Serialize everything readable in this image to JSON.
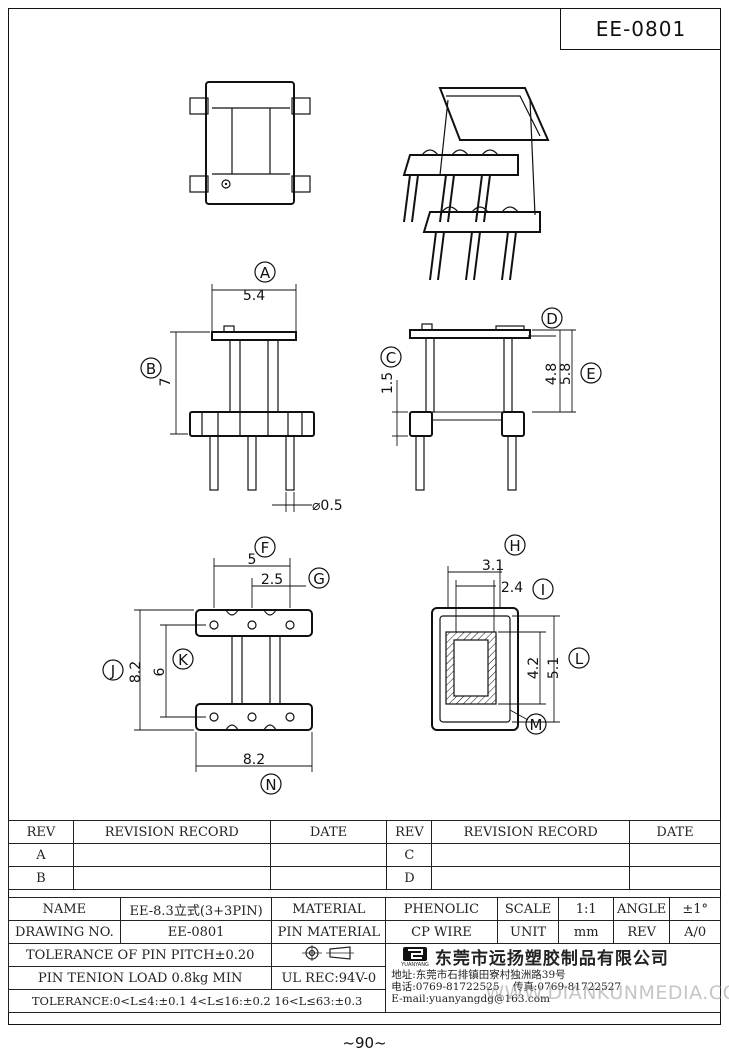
{
  "part_code": "EE-0801",
  "dimensions": {
    "A": "5.4",
    "B": "7",
    "C": "1.5",
    "D": "4.8",
    "E": "5.8",
    "pin": "⌀0.5",
    "F": "5",
    "G": "2.5",
    "J": "8.2",
    "K": "6",
    "N": "8.2",
    "H": "3.1",
    "I": "2.4",
    "L1": "4.2",
    "L2": "5.1"
  },
  "labels": [
    "A",
    "B",
    "C",
    "D",
    "E",
    "F",
    "G",
    "H",
    "I",
    "J",
    "K",
    "L",
    "M",
    "N"
  ],
  "revision_table": {
    "header": {
      "rev": "REV",
      "record": "REVISION RECORD",
      "date": "DATE"
    },
    "left_rows": [
      "A",
      "B"
    ],
    "right_rows": [
      "C",
      "D"
    ]
  },
  "info": {
    "name_label": "NAME",
    "name_value": "EE-8.3立式(3+3PIN)",
    "material_label": "MATERIAL",
    "material_value": "PHENOLIC",
    "scale_label": "SCALE",
    "scale_value": "1:1",
    "angle_label": "ANGLE",
    "angle_value": "±1°",
    "drawing_no_label": "DRAWING NO.",
    "drawing_no_value": "EE-0801",
    "pin_material_label": "PIN MATERIAL",
    "pin_material_value": "CP WIRE",
    "unit_label": "UNIT",
    "unit_value": "mm",
    "rev_label": "REV",
    "rev_value": "A/0",
    "tolerance_pitch": "TOLERANCE OF PIN PITCH±0.20",
    "pin_tension": "PIN TENION LOAD 0.8kg MIN",
    "ul_rec": "UL REC:94V-0",
    "tolerance": "TOLERANCE:0<L≤4:±0.1  4<L≤16:±0.2  16<L≤63:±0.3",
    "company": "东莞市远扬塑胶制品有限公司",
    "logo_text": "YUANYANG",
    "address": "地址:东莞市石排镇田寮村独洲路39号",
    "phone": "电话:0769-81722525",
    "fax": "传真:0769-81722527",
    "email": "E-mail:yuanyangdg@163.com"
  },
  "watermark": "WWW.DIANKUNMEDIA.COM",
  "page_number": "~90~"
}
